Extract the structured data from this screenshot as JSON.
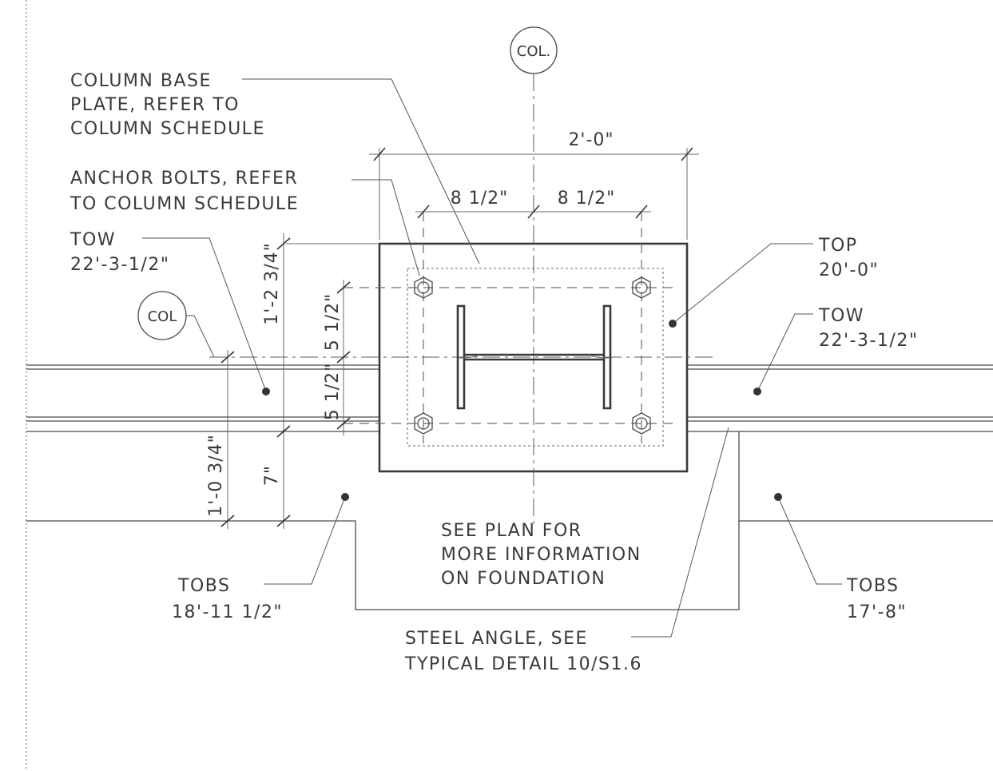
{
  "callouts": {
    "col_top": "COL.",
    "col_left": "COL",
    "column_base_plate": [
      "COLUMN BASE",
      "PLATE, REFER TO",
      "COLUMN SCHEDULE"
    ],
    "anchor_bolts": [
      "ANCHOR BOLTS, REFER",
      "TO COLUMN SCHEDULE"
    ],
    "tow_left": [
      "TOW",
      "22'-3-1/2\""
    ],
    "top_right": [
      "TOP",
      "20'-0\""
    ],
    "tow_right": [
      "TOW",
      "22'-3-1/2\""
    ],
    "tobs_left": [
      "TOBS",
      "18'-11 1/2\""
    ],
    "tobs_right": [
      "TOBS",
      "17'-8\""
    ],
    "see_plan": [
      "SEE PLAN FOR",
      "MORE INFORMATION",
      "ON FOUNDATION"
    ],
    "steel_angle": [
      "STEEL ANGLE, SEE",
      "TYPICAL DETAIL 10/S1.6"
    ]
  },
  "dimensions": {
    "plate_width": "2'-0\"",
    "bolt_left": "8 1/2\"",
    "bolt_right": "8 1/2\"",
    "height_upper": "1'-2 3/4\"",
    "bolt_upper": "5 1/2\"",
    "bolt_lower": "5 1/2\"",
    "height_lower": "1'-0 3/4\"",
    "step": "7\""
  }
}
